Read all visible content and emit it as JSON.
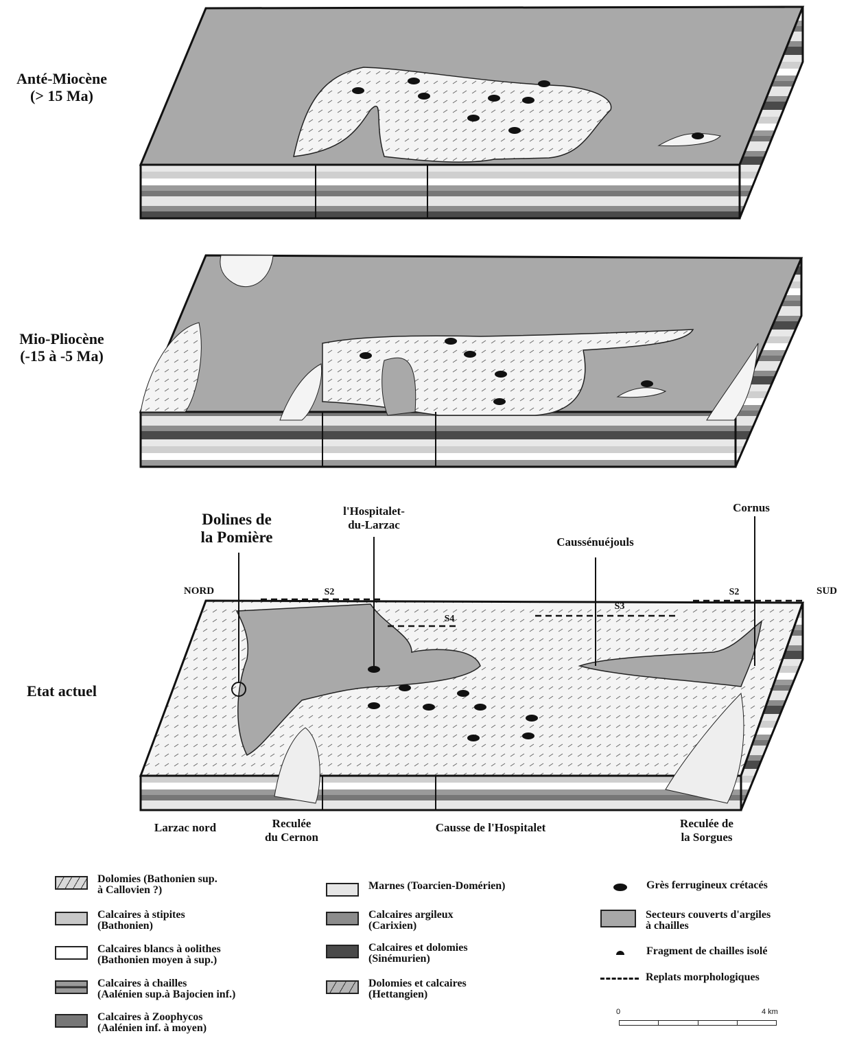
{
  "periods": [
    {
      "name": "Anté-Miocène",
      "age": "(> 15 Ma)"
    },
    {
      "name": "Mio-Pliocène",
      "age": "(-15 à -5 Ma)"
    },
    {
      "name": "Etat actuel",
      "age": ""
    }
  ],
  "places": {
    "dolines": "Dolines de\nla Pomière",
    "hospitalet": "l'Hospitalet-\ndu-Larzac",
    "caussenuejouls": "Caussénuéjouls",
    "cornus": "Cornus",
    "nord": "NORD",
    "sud": "SUD",
    "larzac_nord": "Larzac nord",
    "reculee_cernon": "Reculée\ndu Cernon",
    "causse_hospitalet": "Causse de l'Hospitalet",
    "reculee_sorgues": "Reculée de\nla Sorgues"
  },
  "replats": [
    "S2",
    "S4",
    "S3",
    "S2"
  ],
  "legend": [
    {
      "label": "Dolomies (Bathonien sup.\nà Callovien ?)",
      "swatch": "dolomie",
      "color": "#d9d9d9"
    },
    {
      "label": "Calcaires à stipites\n(Bathonien)",
      "swatch": "stipites",
      "color": "#c8c8c8"
    },
    {
      "label": "Calcaires blancs à oolithes\n(Bathonien moyen à sup.)",
      "swatch": "oolithes",
      "color": "#ffffff"
    },
    {
      "label": "Calcaires à chailles\n(Aalénien sup.à Bajocien inf.)",
      "swatch": "chailles",
      "color": "#9a9a9a"
    },
    {
      "label": "Calcaires à Zoophycos\n(Aalénien inf. à moyen)",
      "swatch": "zoophycos",
      "color": "#777777"
    },
    {
      "label": "Marnes (Toarcien-Domérien)",
      "swatch": "marnes",
      "color": "#e6e6e6"
    },
    {
      "label": "Calcaires argileux\n(Carixien)",
      "swatch": "argileux",
      "color": "#8c8c8c"
    },
    {
      "label": "Calcaires et dolomies\n(Sinémurien)",
      "swatch": "sinemurien",
      "color": "#4a4a4a"
    },
    {
      "label": "Dolomies et calcaires\n(Hettangien)",
      "swatch": "hettangien",
      "color": "#b5b5b5"
    },
    {
      "label": "Grès ferrugineux crétacés",
      "swatch": "gres-icon",
      "color": "#111111"
    },
    {
      "label": "Secteurs couverts d'argiles\nà chailles",
      "swatch": "argiles",
      "color": "#a8a8a8"
    },
    {
      "label": "Fragment de chailles isolé",
      "swatch": "fragment-icon",
      "color": "#111111"
    },
    {
      "label": "Replats morphologiques",
      "swatch": "dash-icon",
      "color": "#111111"
    }
  ],
  "scale": {
    "min": "0",
    "max": "4 km"
  }
}
